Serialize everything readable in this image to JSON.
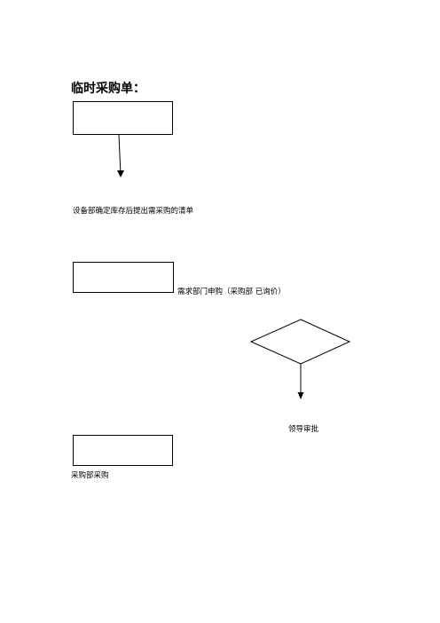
{
  "document": {
    "title": "临时采购单：",
    "steps": [
      {
        "label": "设备部确定库存后提出需采购的清单"
      },
      {
        "label": "需求部门申购（采购部  已询价）"
      },
      {
        "label": "领导审批"
      },
      {
        "label": "采购部采购"
      }
    ]
  }
}
